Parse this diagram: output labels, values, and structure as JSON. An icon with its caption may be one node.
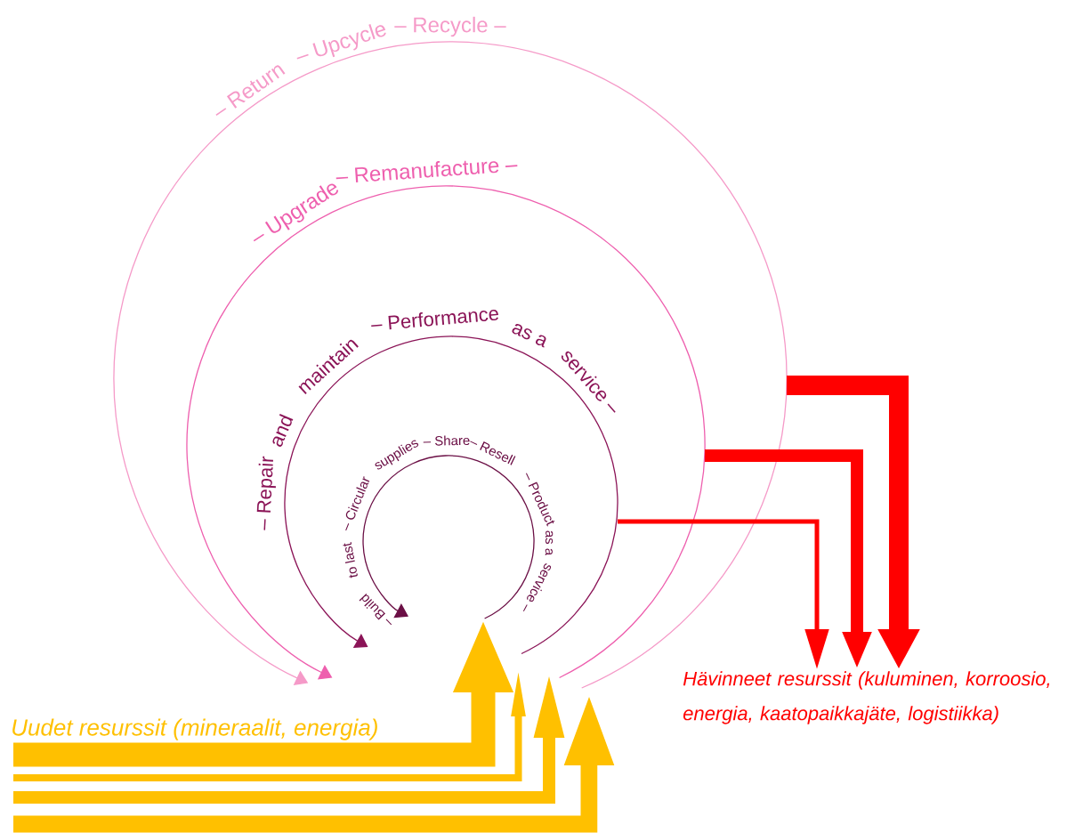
{
  "diagram": {
    "nodes": [
      {
        "text": [
          "Uudet resurssit (mineraalit, energia)"
        ]
      },
      {
        "text": [
          "Hävinneet resurssit (kuluminen, korroosio, energia, kaatopaikkajäte, logistiikka)"
        ]
      }
    ],
    "edges": [
      {
        "from": 0,
        "to": null,
        "arrow": "to",
        "color": "#ffc000",
        "style": "thick"
      },
      {
        "from": 0,
        "to": null,
        "arrow": "to",
        "color": "#ffc000"
      },
      {
        "from": 0,
        "to": null,
        "arrow": "to",
        "color": "#ffc000"
      },
      {
        "from": 0,
        "to": null,
        "arrow": "to",
        "color": "#ffc000"
      },
      {
        "from": null,
        "to": 1,
        "arrow": "to",
        "color": "#ff0000"
      },
      {
        "from": null,
        "to": 1,
        "arrow": "to",
        "color": "#ff0000"
      },
      {
        "from": null,
        "to": 1,
        "arrow": "to",
        "color": "#ff0000"
      }
    ],
    "labels": [
      "– Return",
      "– Upcycle",
      "– Recycle –",
      "– Upgrade",
      "– Remanufacture –",
      "– Repair",
      "and",
      "maintain",
      "– Performance",
      "as a",
      "service –",
      "– Build",
      "to last",
      "– Circular",
      "supplies",
      "– Share",
      "– Resell",
      "– Product",
      "as a",
      "service –"
    ]
  }
}
